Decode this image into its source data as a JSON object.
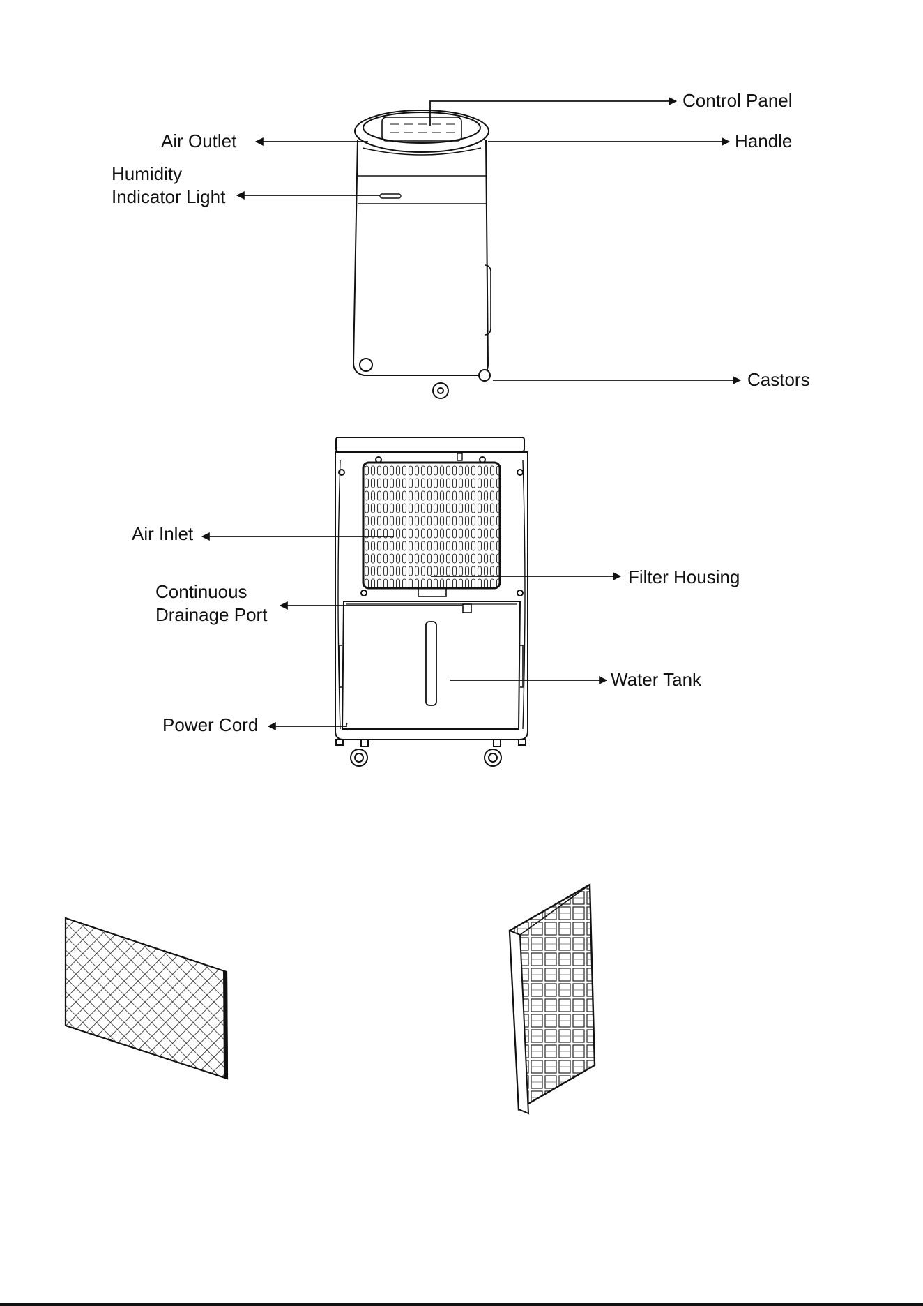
{
  "front_view": {
    "labels": {
      "control_panel": "Control Panel",
      "air_outlet": "Air Outlet",
      "handle": "Handle",
      "humidity_line1": "Humidity",
      "humidity_line2": "Indicator Light",
      "castors": "Castors"
    }
  },
  "rear_view": {
    "labels": {
      "air_inlet": "Air Inlet",
      "filter_housing": "Filter Housing",
      "drainage_line1": "Continuous",
      "drainage_line2": "Drainage Port",
      "water_tank": "Water Tank",
      "power_cord": "Power Cord"
    }
  },
  "colors": {
    "line": "#111111",
    "background": "#ffffff"
  }
}
